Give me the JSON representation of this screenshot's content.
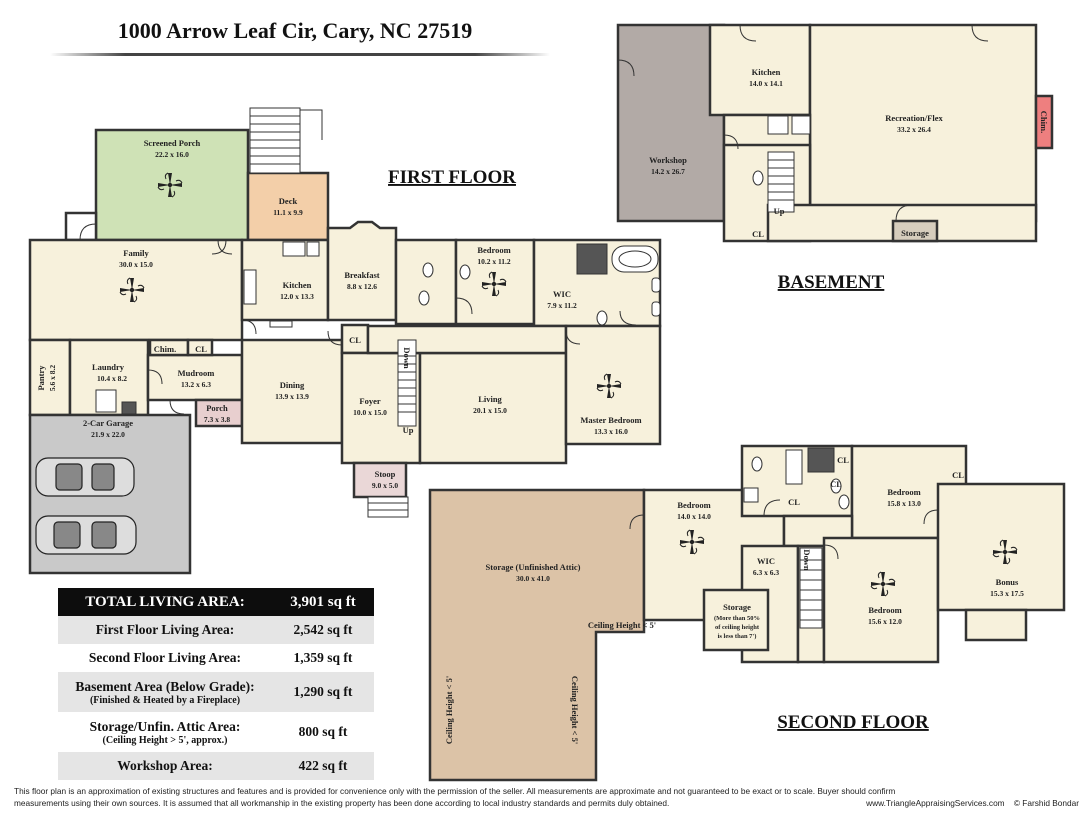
{
  "address": "1000 Arrow Leaf Cir, Cary, NC 27519",
  "floors": {
    "first": "FIRST FLOOR",
    "basement": "BASEMENT",
    "second": "SECOND FLOOR"
  },
  "rooms": {
    "screened_porch": {
      "name": "Screened Porch",
      "dim": "22.2 x 16.0"
    },
    "deck": {
      "name": "Deck",
      "dim": "11.1 x 9.9"
    },
    "family": {
      "name": "Family",
      "dim": "30.0 x 15.0"
    },
    "kitchen1": {
      "name": "Kitchen",
      "dim": "12.0 x 13.3"
    },
    "breakfast": {
      "name": "Breakfast",
      "dim": "8.8 x 12.6"
    },
    "bedroom1": {
      "name": "Bedroom",
      "dim": "10.2 x 11.2"
    },
    "wic1": {
      "name": "WIC",
      "dim": "7.9 x 11.2"
    },
    "pantry": {
      "name": "Pantry",
      "dim": "5.6 x 8.2"
    },
    "laundry": {
      "name": "Laundry",
      "dim": "10.4 x 8.2"
    },
    "chim1": {
      "name": "Chim."
    },
    "cl_a": {
      "name": "CL"
    },
    "mudroom": {
      "name": "Mudroom",
      "dim": "13.2 x 6.3"
    },
    "porch": {
      "name": "Porch",
      "dim": "7.3 x 3.8"
    },
    "dining": {
      "name": "Dining",
      "dim": "13.9 x 13.9"
    },
    "cl_b": {
      "name": "CL"
    },
    "foyer": {
      "name": "Foyer",
      "dim": "10.0 x 15.0"
    },
    "living": {
      "name": "Living",
      "dim": "20.1 x 15.0"
    },
    "master": {
      "name": "Master Bedroom",
      "dim": "13.3 x 16.0"
    },
    "garage": {
      "name": "2-Car Garage",
      "dim": "21.9 x 22.0"
    },
    "stoop": {
      "name": "Stoop",
      "dim": "9.0 x 5.0"
    },
    "down1": {
      "name": "Down"
    },
    "up1": {
      "name": "Up"
    },
    "workshop": {
      "name": "Workshop",
      "dim": "14.2 x 26.7"
    },
    "kitchen_b": {
      "name": "Kitchen",
      "dim": "14.0 x 14.1"
    },
    "recreation": {
      "name": "Recreation/Flex",
      "dim": "33.2 x 26.4"
    },
    "chim_b": {
      "name": "Chim."
    },
    "up_b": {
      "name": "Up"
    },
    "cl_c": {
      "name": "CL"
    },
    "storage_b": {
      "name": "Storage"
    },
    "attic": {
      "name": "Storage (Unfinished Attic)",
      "dim": "30.0 x 41.0"
    },
    "ceiling1": {
      "name": "Ceiling Height < 5'"
    },
    "ceiling2": {
      "name": "Ceiling Height < 5'"
    },
    "ceiling3": {
      "name": "Ceiling Height < 5'"
    },
    "bedroom2": {
      "name": "Bedroom",
      "dim": "14.0 x 14.0"
    },
    "wic2": {
      "name": "WIC",
      "dim": "6.3 x 6.3"
    },
    "storage2": {
      "name": "Storage",
      "lines": [
        "(More than 50%",
        "of ceiling height",
        "is less than 7')"
      ]
    },
    "cl_d": {
      "name": "CL"
    },
    "cl_e": {
      "name": "CL"
    },
    "cl_f": {
      "name": "CL"
    },
    "cl_g": {
      "name": "CL"
    },
    "down2": {
      "name": "Down"
    },
    "bedroom3": {
      "name": "Bedroom",
      "dim": "15.8 x 13.0"
    },
    "bedroom4": {
      "name": "Bedroom",
      "dim": "15.6 x 12.0"
    },
    "bonus": {
      "name": "Bonus",
      "dim": "15.3 x 17.5"
    }
  },
  "areas": {
    "total": {
      "label": "TOTAL LIVING AREA:",
      "value": "3,901 sq ft"
    },
    "first": {
      "label": "First Floor Living Area:",
      "value": "2,542 sq ft"
    },
    "second": {
      "label": "Second Floor Living Area:",
      "value": "1,359 sq ft"
    },
    "basement": {
      "label": "Basement Area (Below Grade):",
      "sub": "(Finished & Heated by a Fireplace)",
      "value": "1,290 sq ft"
    },
    "storage": {
      "label": "Storage/Unfin. Attic Area:",
      "sub": "(Ceiling Height > 5', approx.)",
      "value": "800 sq ft"
    },
    "workshop": {
      "label": "Workshop Area:",
      "value": "422 sq ft"
    }
  },
  "disclaimer": {
    "line1": "This floor plan is an approximation of existing structures and features and is provided for convenience only with the permission of the seller.  All measurements are approximate and not guaranteed to be exact or to scale.  Buyer should confirm",
    "line2": "measurements using their own sources.  It is assumed that all workmanship in the existing property has been done according to local industry standards and permits duly obtained.",
    "website": "www.TriangleAppraisingServices.com",
    "copyright": "© Farshid Bondar"
  },
  "colors": {
    "room_fill": "#f7f1dc",
    "porch_fill": "#cfe2b6",
    "deck_fill": "#f3cfa9",
    "garage_fill": "#c9c9c9",
    "workshop_fill": "#b2aaa6",
    "attic_fill": "#dcc3a7",
    "chimney_fill": "#ee7f7f",
    "small_porch_fill": "#e8cfcf",
    "stoop_fill": "#ead7d7",
    "storage_fill": "#d6cdbd",
    "wall": "#333333"
  }
}
